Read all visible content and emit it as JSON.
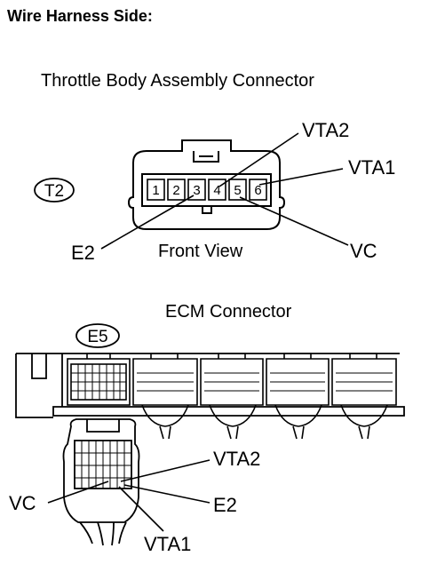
{
  "heading": "Wire Harness Side:",
  "throttle": {
    "title": "Throttle Body Assembly Connector",
    "connector_id": "T2",
    "view": "Front View",
    "pins": [
      "1",
      "2",
      "3",
      "4",
      "5",
      "6"
    ],
    "labels": {
      "vta2": "VTA2",
      "vta1": "VTA1",
      "e2": "E2",
      "vc": "VC"
    }
  },
  "ecm": {
    "title": "ECM Connector",
    "connector_id": "E5",
    "labels": {
      "vta2": "VTA2",
      "vc": "VC",
      "e2": "E2",
      "vta1": "VTA1"
    }
  }
}
